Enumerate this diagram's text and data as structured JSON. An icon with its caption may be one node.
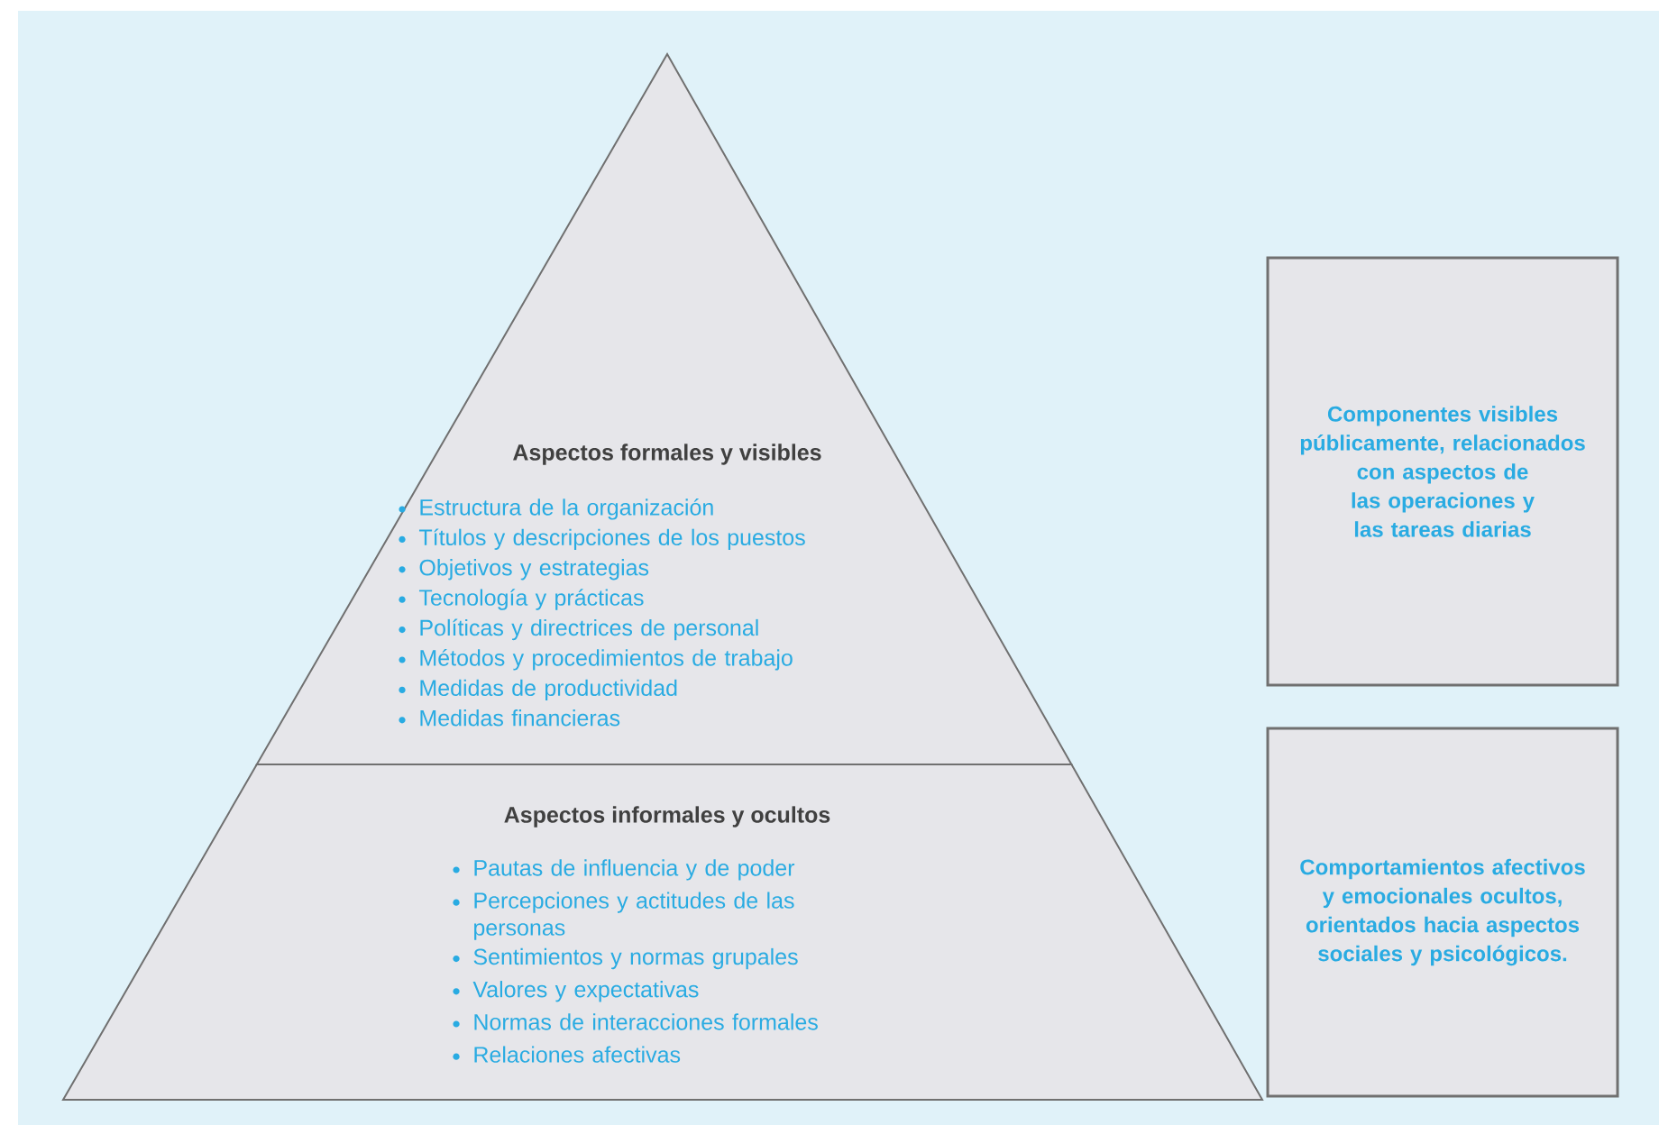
{
  "diagram": {
    "nodes": [
      {
        "text": [
          "Aspectos formales y visibles",
          "Estructura de la organización",
          "Títulos y descripciones de los puestos",
          "Objetivos y estrategias",
          "Tecnología y prácticas",
          "Políticas y directrices de personal",
          "Métodos y procedimientos de trabajo",
          "Medidas de productividad",
          "Medidas financieras"
        ]
      },
      {
        "text": [
          "Aspectos informales y ocultos",
          "Pautas de influencia y de poder",
          "Percepciones y actitudes de las personas",
          "Sentimientos y normas grupales",
          "Valores y expectativas",
          "Normas de interacciones formales",
          "Relaciones afectivas"
        ]
      },
      {
        "text": [
          "Componentes visibles públicamente, relacionados con aspectos de las operaciones y las tareas diarias"
        ]
      },
      {
        "text": [
          "Comportamientos afectivos y emocionales ocultos, orientados hacia aspectos sociales y psicológicos."
        ]
      }
    ]
  }
}
